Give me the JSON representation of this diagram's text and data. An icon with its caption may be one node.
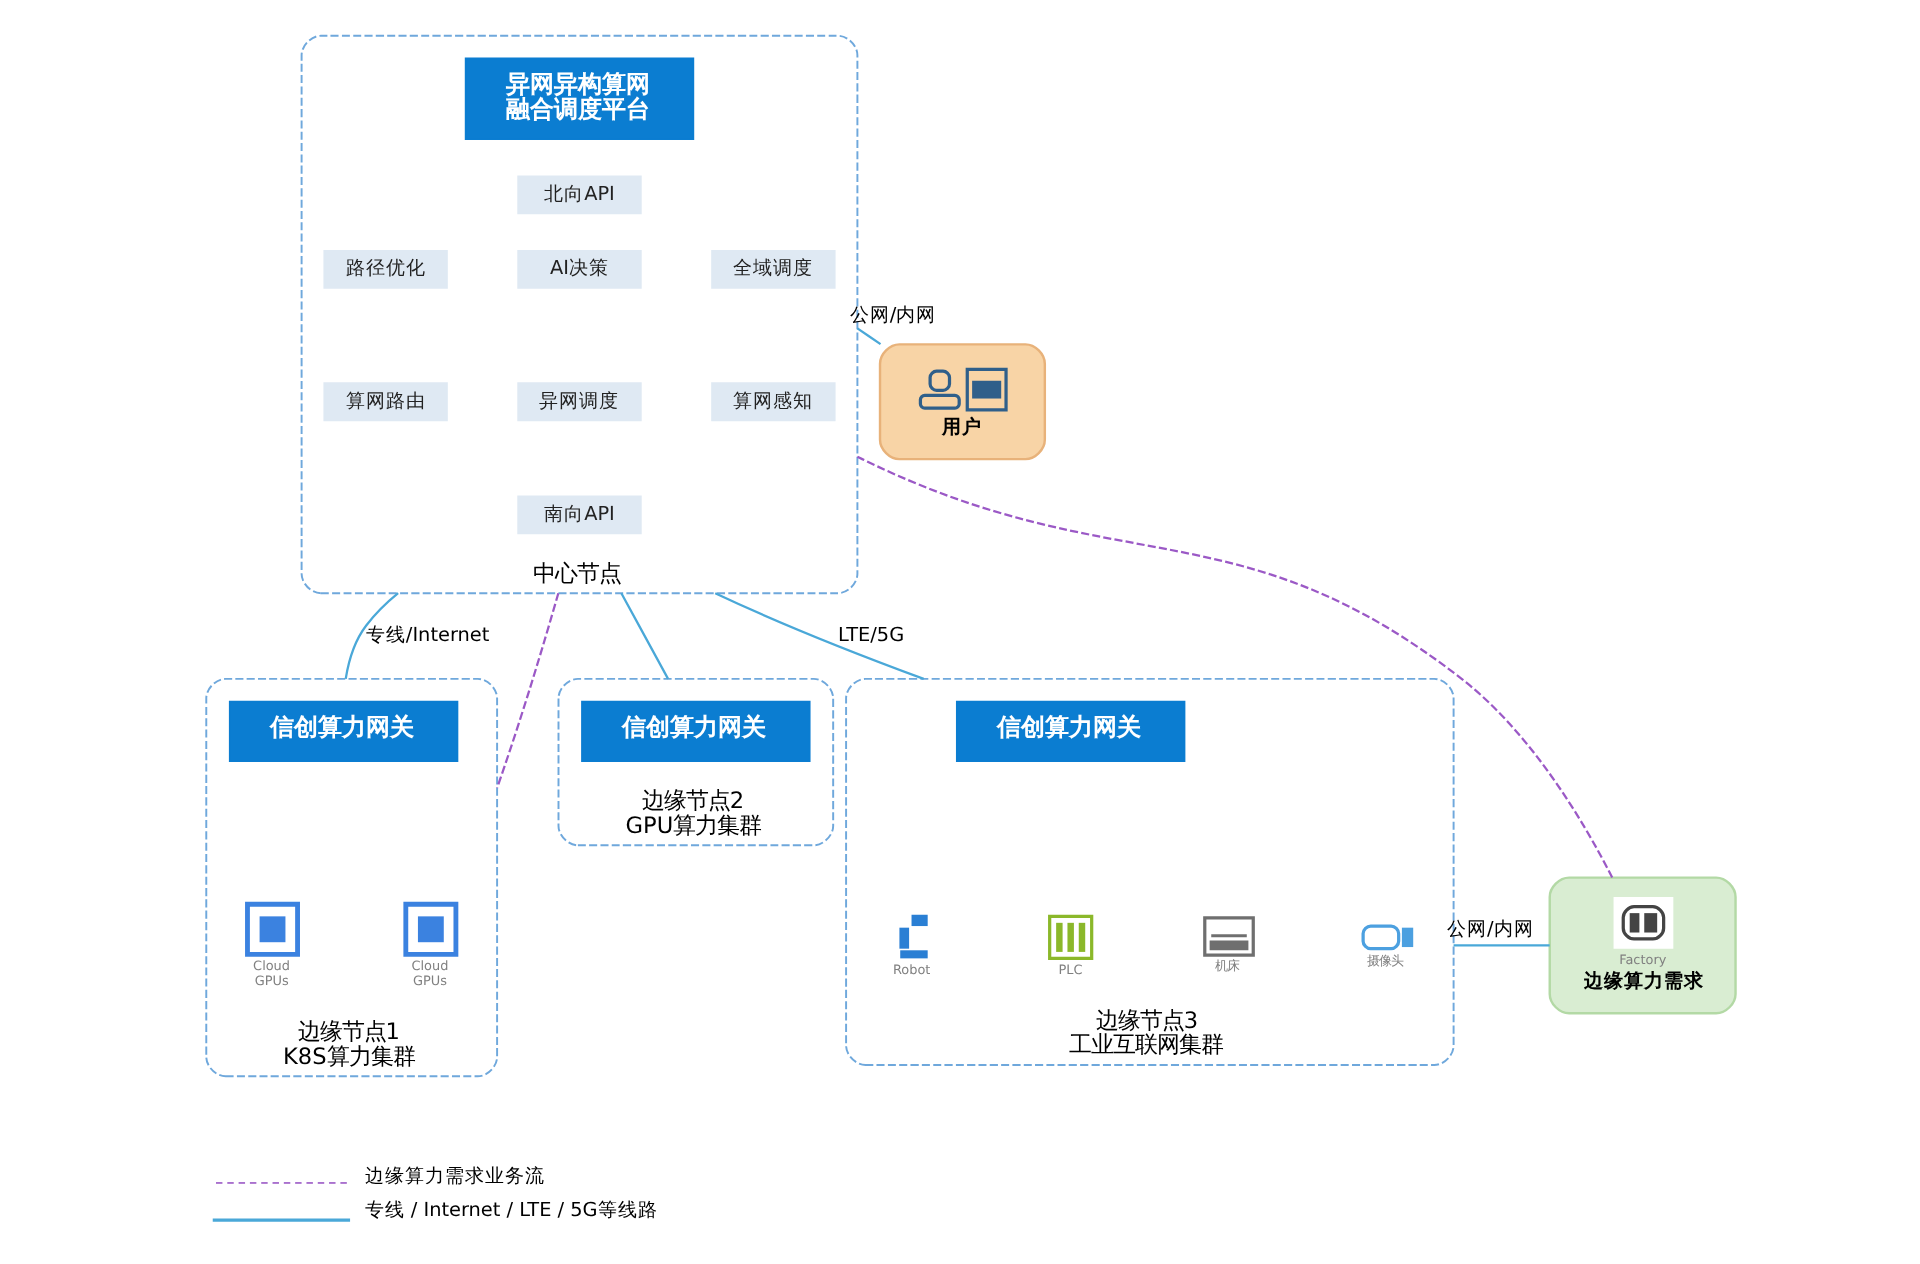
{
  "diagram": {
    "nodes": [
      {
        "text": [
          "中心节点"
        ]
      },
      {
        "text": [
          "异网异构算网融合调度平台"
        ],
        "in": 0
      },
      {
        "text": [
          "北向API"
        ],
        "in": 0
      },
      {
        "text": [
          "路径优化"
        ],
        "in": 0
      },
      {
        "text": [
          "AI决策"
        ],
        "in": 0
      },
      {
        "text": [
          "全域调度"
        ],
        "in": 0
      },
      {
        "text": [
          "算网路由"
        ],
        "in": 0
      },
      {
        "text": [
          "异网调度"
        ],
        "in": 0
      },
      {
        "text": [
          "算网感知"
        ],
        "in": 0
      },
      {
        "text": [
          "南向API"
        ],
        "in": 0
      },
      {
        "text": [
          "用户"
        ]
      },
      {
        "text": [
          "边缘节点1",
          "K8S算力集群"
        ]
      },
      {
        "text": [
          "信创算力网关"
        ],
        "in": 11
      },
      {
        "text": [
          "Cloud GPUs"
        ],
        "in": 11
      },
      {
        "text": [
          "Cloud GPUs"
        ],
        "in": 11
      },
      {
        "text": [
          "边缘节点2",
          "GPU算力集群"
        ]
      },
      {
        "text": [
          "信创算力网关"
        ],
        "in": 15
      },
      {
        "text": [
          "边缘节点3",
          "工业互联网集群"
        ]
      },
      {
        "text": [
          "信创算力网关"
        ],
        "in": 17
      },
      {
        "text": [
          "Robot"
        ],
        "in": 17
      },
      {
        "text": [
          "PLC"
        ],
        "in": 17
      },
      {
        "text": [
          "机床"
        ],
        "in": 17
      },
      {
        "text": [
          "摄像头"
        ],
        "in": 17
      },
      {
        "text": [
          "Factory",
          "边缘算力需求"
        ]
      }
    ],
    "edges": [
      {
        "from": 0,
        "to": 11,
        "arrow": "none",
        "label": "专线/Internet"
      },
      {
        "from": 0,
        "to": 15,
        "arrow": "none"
      },
      {
        "from": 0,
        "to": 17,
        "arrow": "none",
        "label": "LTE/5G"
      },
      {
        "from": 0,
        "to": 10,
        "arrow": "none",
        "label": "公网/内网"
      },
      {
        "from": 17,
        "to": 23,
        "arrow": "none",
        "label": "公网/内网"
      },
      {
        "from": 23,
        "to": 0,
        "arrow": "none",
        "style": "dashed",
        "color": "#9b59c6"
      },
      {
        "from": 0,
        "to": 11,
        "arrow": "none",
        "style": "dashed",
        "color": "#9b59c6"
      }
    ],
    "legend": [
      {
        "text": "边缘算力需求业务流"
      },
      {
        "text": "专线 / Internet / LTE / 5G等线路"
      }
    ]
  }
}
